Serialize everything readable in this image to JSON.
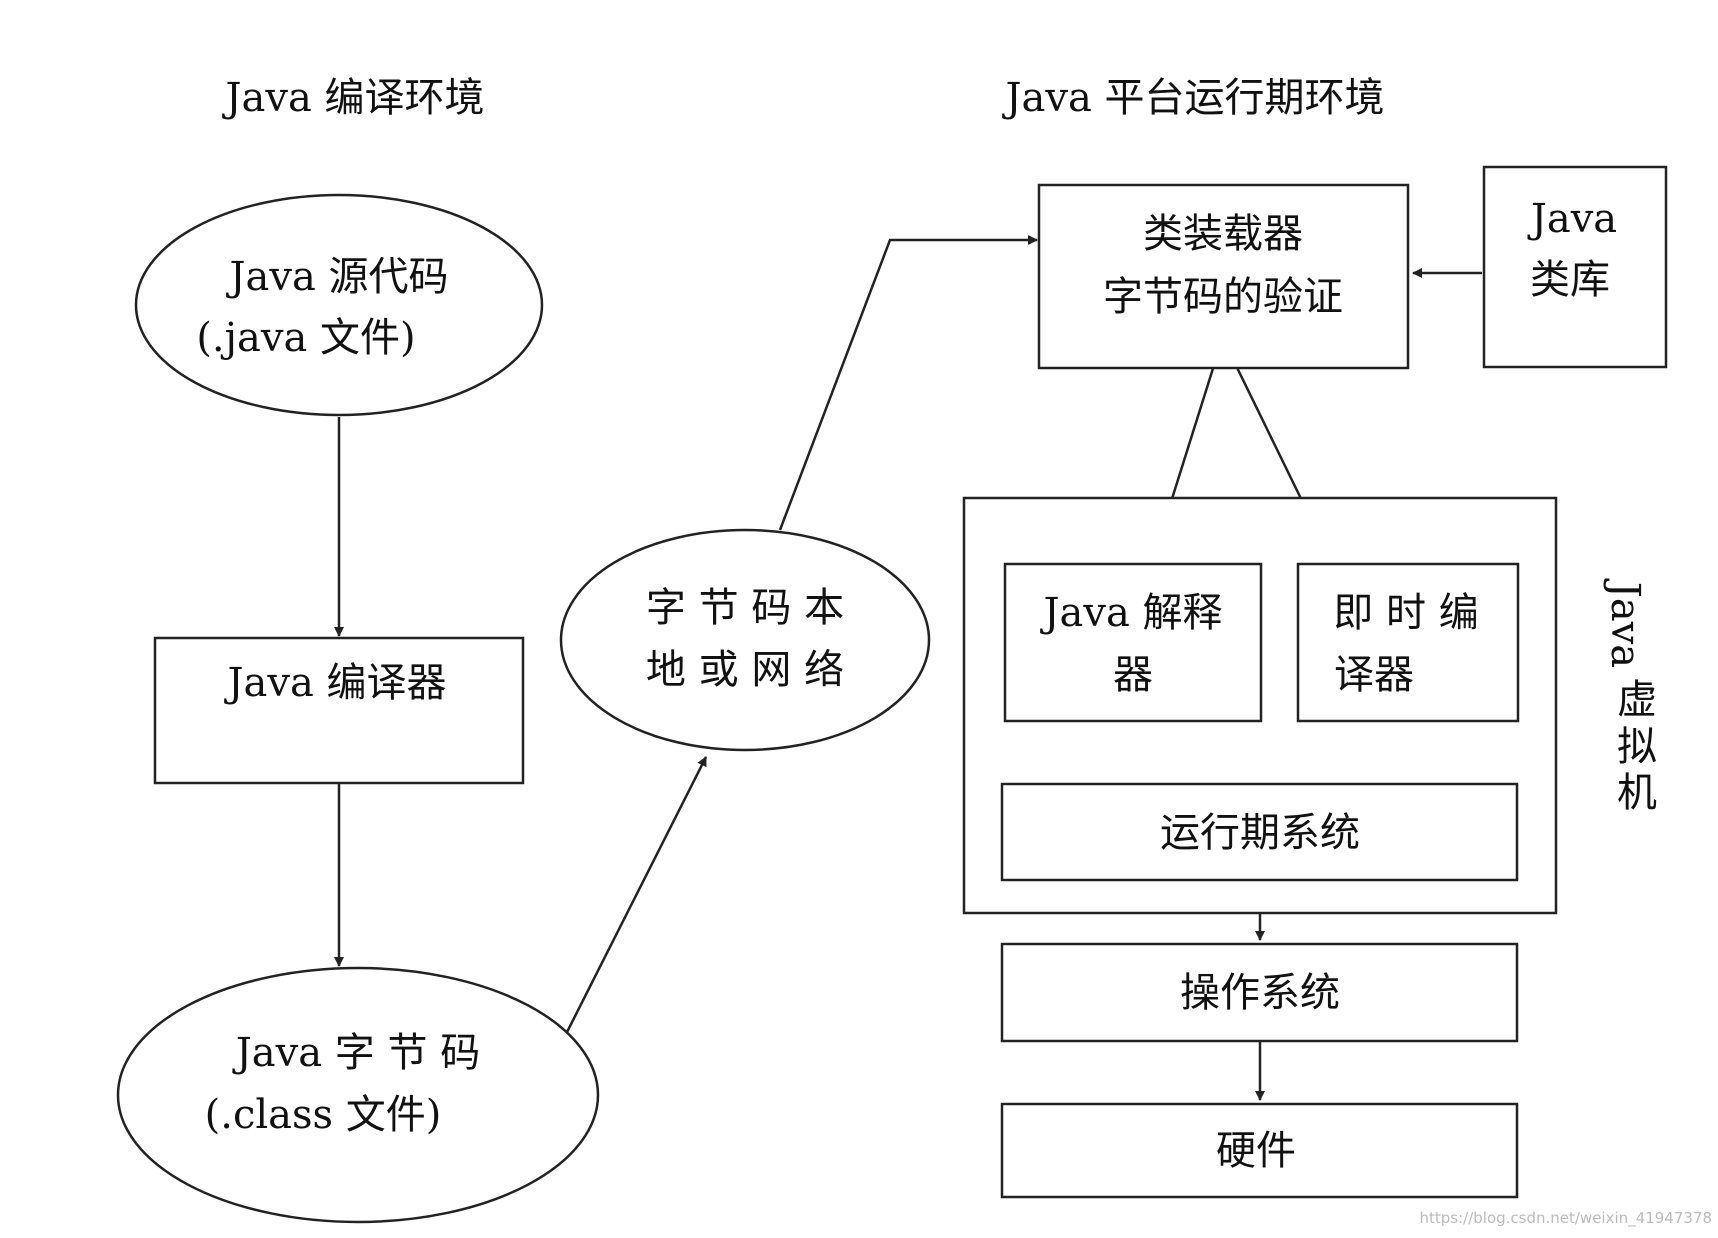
{
  "headings": {
    "compile_env": "Java 编译环境",
    "runtime_env": "Java 平台运行期环境"
  },
  "nodes": {
    "source": {
      "line1": "Java  源代码",
      "line2": "(.java 文件)"
    },
    "compiler": {
      "line1": "Java 编译器"
    },
    "bytecode": {
      "line1": "Java   字 节 码",
      "line2": "(.class 文件)"
    },
    "local_net": {
      "line1": "字 节 码 本",
      "line2": "地 或 网 络"
    },
    "classloader": {
      "line1": "类装载器",
      "line2": "字节码的验证"
    },
    "java_lib": {
      "line1": "Java",
      "line2": "类库"
    },
    "interpreter": {
      "line1": "Java 解释",
      "line2": "器"
    },
    "jit": {
      "line1": "即 时 编",
      "line2": "译器"
    },
    "runtime": {
      "line1": "运行期系统"
    },
    "os": {
      "line1": "操作系统"
    },
    "hardware": {
      "line1": "硬件"
    }
  },
  "jvm_label": {
    "line1": "Java",
    "line2": "虚",
    "line3": "拟",
    "line4": "机"
  },
  "watermark": "https://blog.csdn.net/weixin_41947378"
}
